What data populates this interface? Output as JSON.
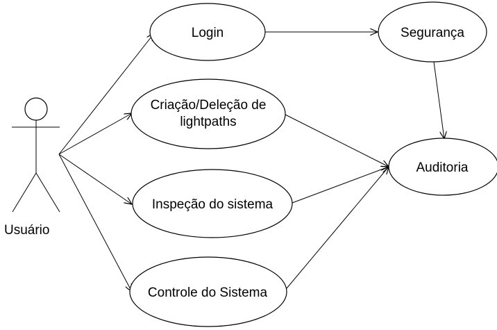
{
  "actor": {
    "label": "Usuário"
  },
  "use_cases": {
    "login": "Login",
    "seguranca": "Segurança",
    "criacao_line1": "Criação/Deleção de",
    "criacao_line2": "lightpaths",
    "auditoria": "Auditoria",
    "inspecao": "Inspeção do sistema",
    "controle": "Controle do Sistema"
  },
  "colors": {
    "stroke": "#000000",
    "fill": "#ffffff",
    "text": "#000000"
  }
}
